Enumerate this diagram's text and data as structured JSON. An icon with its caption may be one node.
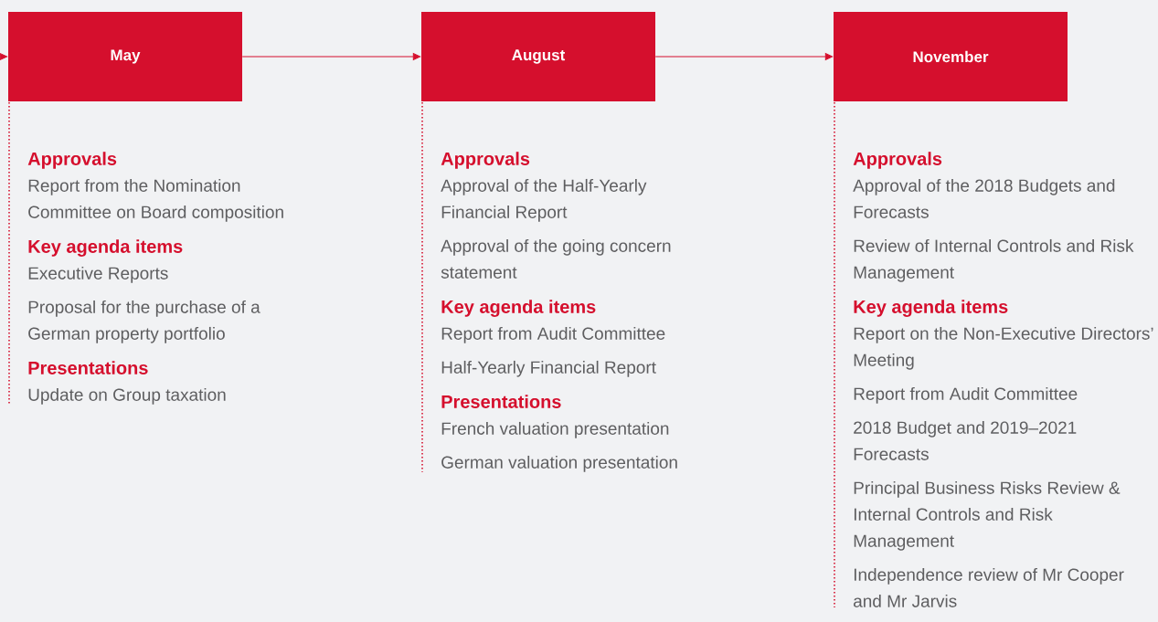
{
  "diagram": {
    "nodes": [
      {
        "text": [
          "May"
        ],
        "beside": [
          "Approvals",
          "Report from the Nomination Committee on Board composition",
          "Key agenda items",
          "Executive Reports",
          "Proposal for the purchase of a German property portfolio",
          "Presentations",
          "Update on Group taxation"
        ]
      },
      {
        "text": [
          "August"
        ],
        "beside": [
          "Approvals",
          "Approval of the Half-Yearly Financial Report",
          "Approval of the going concern statement",
          "Key agenda items",
          "Report from Audit Committee",
          "Half-Yearly Financial Report",
          "Presentations",
          "French valuation presentation",
          "German valuation presentation"
        ]
      },
      {
        "text": [
          "November"
        ],
        "beside": [
          "Approvals",
          "Approval of the 2018 Budgets and Forecasts",
          "Review of Internal Controls and Risk Management",
          "Key agenda items",
          "Report on the Non-Executive Directors’ Meeting",
          "Report from Audit Committee",
          "2018 Budget and 2019–2021 Forecasts",
          "Principal Business Risks Review & Internal Controls and Risk Management",
          "Independence review of Mr Cooper and Mr Jarvis"
        ]
      }
    ],
    "edges": [
      {
        "from": null,
        "to": 0,
        "arrow": "to"
      },
      {
        "from": 0,
        "to": 1,
        "arrow": "to"
      },
      {
        "from": 1,
        "to": 2,
        "arrow": "to"
      }
    ]
  }
}
